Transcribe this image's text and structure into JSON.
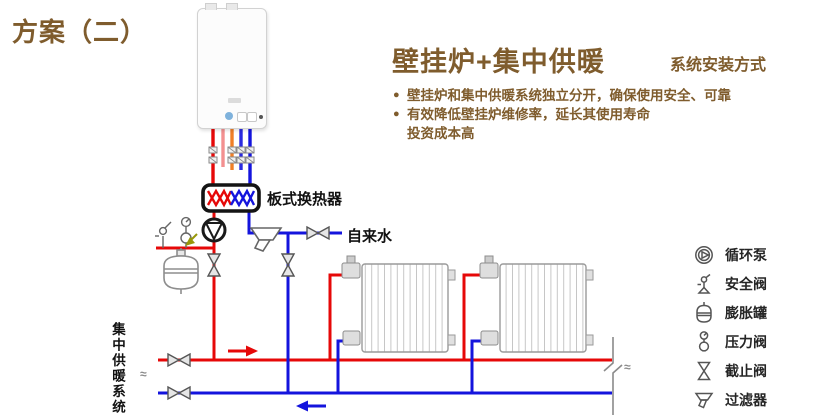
{
  "scheme_label": "方案（二）",
  "header": {
    "title": "壁挂炉+集中供暖",
    "subtitle": "系统安装方式",
    "bullet_marker": "●",
    "bullets": [
      "壁挂炉和集中供暖系统独立分开，确保使用安全、可靠",
      "有效降低壁挂炉维修率，延长其使用寿命"
    ],
    "note": "投资成本高"
  },
  "diagram": {
    "heat_exchanger_label": "板式换热器",
    "tap_water_label": "自来水",
    "district_heating_label": "集中供暖系统",
    "break_symbol": "≈",
    "flow_direction_supply": "right",
    "flow_direction_return": "left"
  },
  "legend": {
    "items": [
      {
        "icon": "circulation-pump-icon",
        "label": "循环泵"
      },
      {
        "icon": "safety-valve-icon",
        "label": "安全阀"
      },
      {
        "icon": "expansion-tank-icon",
        "label": "膨胀罐"
      },
      {
        "icon": "pressure-valve-icon",
        "label": "压力阀"
      },
      {
        "icon": "stop-valve-icon",
        "label": "截止阀"
      },
      {
        "icon": "filter-icon",
        "label": "过滤器"
      }
    ]
  },
  "colors": {
    "accent_brown": "#7f5c2d",
    "supply_red": "#e60808",
    "return_blue": "#1414dd",
    "dhw_pink": "#f39090",
    "gas_orange": "#f07f28"
  }
}
